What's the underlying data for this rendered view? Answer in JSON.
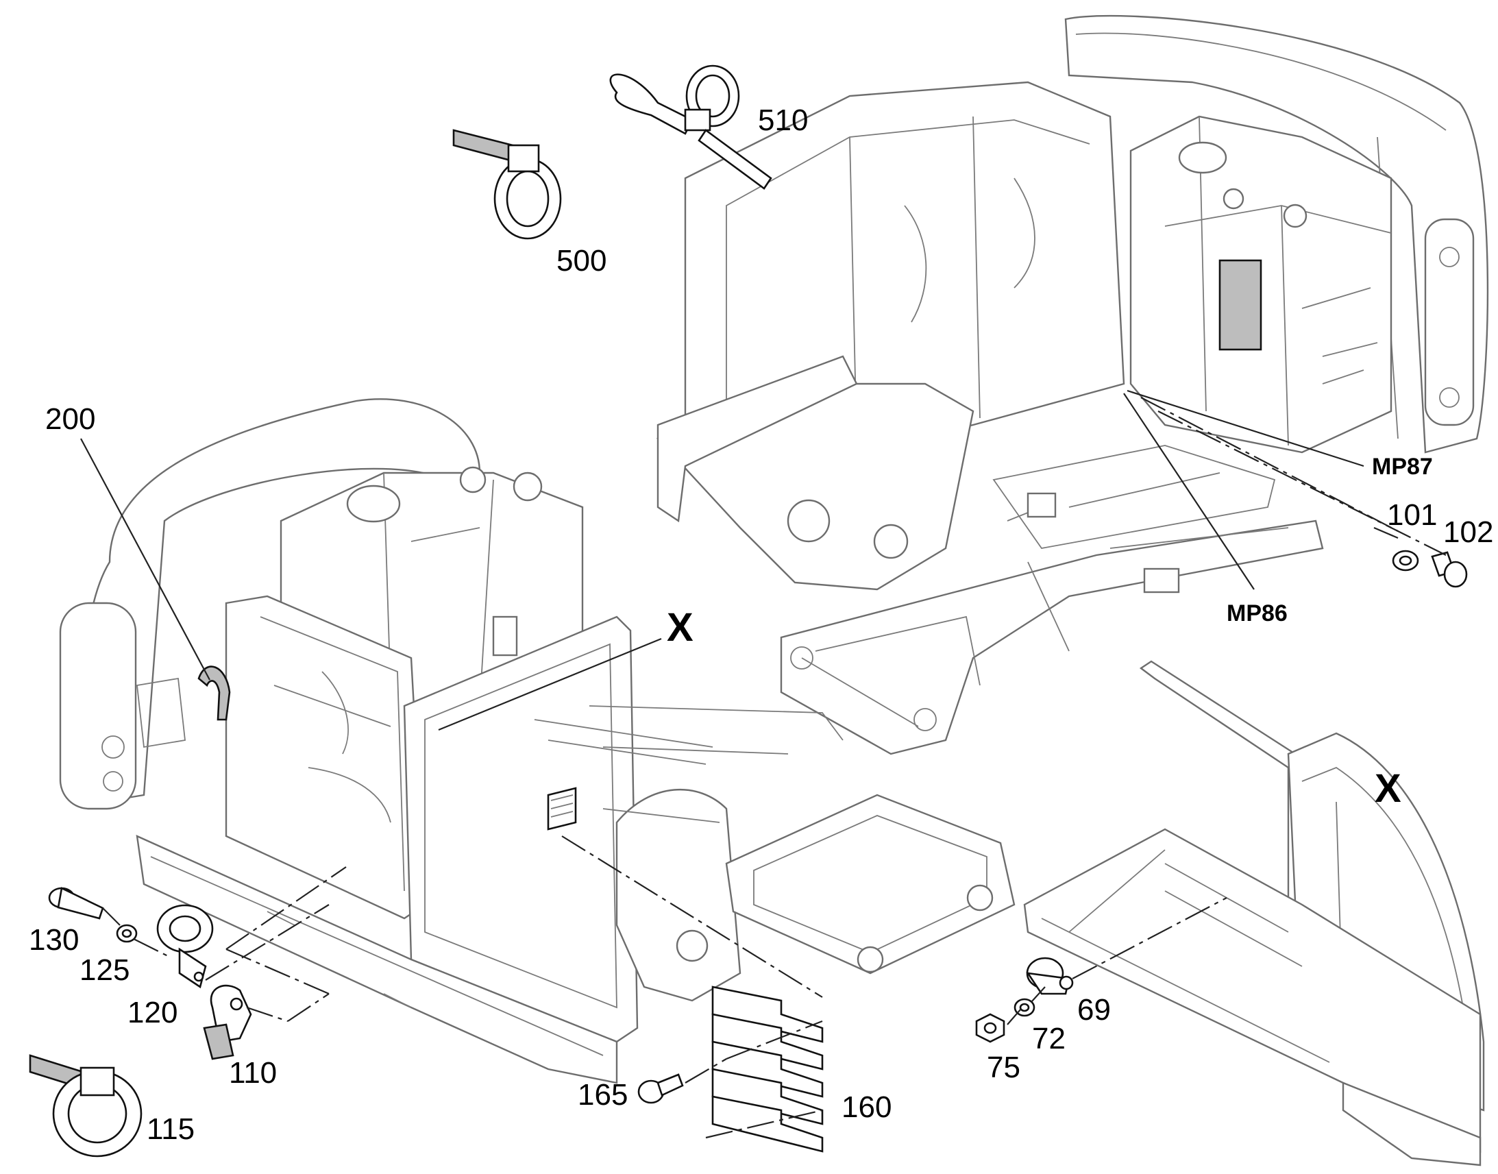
{
  "callouts": {
    "c200": "200",
    "c500": "500",
    "c510": "510",
    "mp87": "MP87",
    "mp86": "MP86",
    "c101": "101",
    "c102": "102",
    "x_main": "X",
    "x_detail": "X",
    "c130": "130",
    "c125": "125",
    "c120": "120",
    "c110": "110",
    "c115": "115",
    "c165": "165",
    "c160": "160",
    "c69": "69",
    "c72": "72",
    "c75": "75"
  }
}
